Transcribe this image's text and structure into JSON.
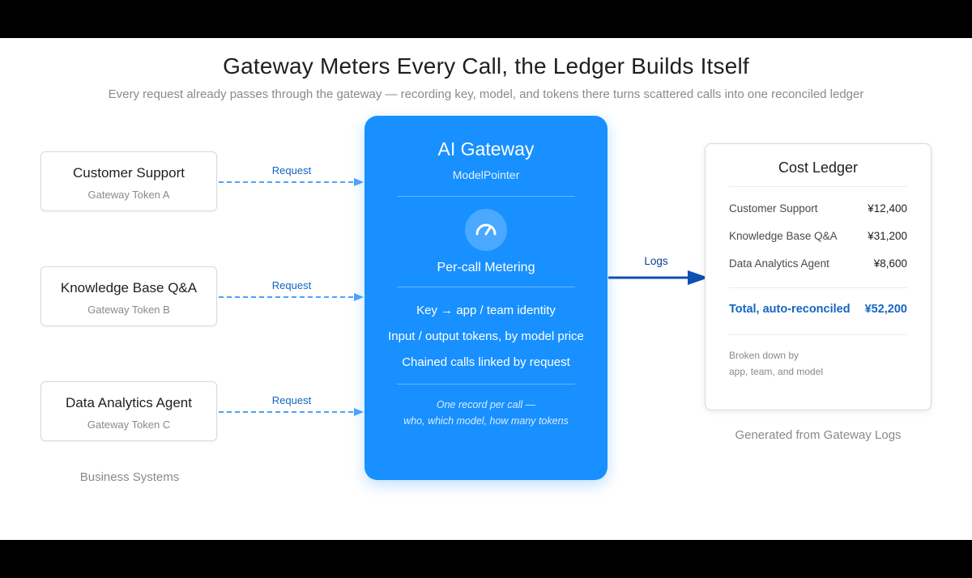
{
  "header": {
    "title": "Gateway Meters Every Call, the Ledger Builds Itself",
    "subtitle": "Every request already passes through the gateway — recording key, model, and tokens there turns scattered calls into one reconciled ledger"
  },
  "sources": [
    {
      "name": "Customer Support",
      "token": "Gateway Token A",
      "arrow_label": "Request"
    },
    {
      "name": "Knowledge Base Q&A",
      "token": "Gateway Token B",
      "arrow_label": "Request"
    },
    {
      "name": "Data Analytics Agent",
      "token": "Gateway Token C",
      "arrow_label": "Request"
    }
  ],
  "sources_caption": "Business Systems",
  "gateway": {
    "title": "AI Gateway",
    "subtitle": "ModelPointer",
    "icon": "speedometer-icon",
    "metering_label": "Per-call Metering",
    "features": [
      "Key → app / team identity",
      "Input / output tokens, by model price",
      "Chained calls linked by request"
    ],
    "note_line1": "One record per call —",
    "note_line2": "who, which model, how many tokens"
  },
  "logs_label": "Logs",
  "ledger": {
    "title": "Cost Ledger",
    "rows": [
      {
        "name": "Customer Support",
        "amount": "¥12,400"
      },
      {
        "name": "Knowledge Base Q&A",
        "amount": "¥31,200"
      },
      {
        "name": "Data Analytics Agent",
        "amount": "¥8,600"
      }
    ],
    "total_label": "Total, auto-reconciled",
    "total_amount": "¥52,200",
    "note_line1": "Broken down by",
    "note_line2": "app, team, and model"
  },
  "ledger_caption": "Generated from Gateway Logs",
  "colors": {
    "gateway_blue": "#1890ff",
    "dashed_arrow": "#4da3ff",
    "logs_arrow": "#0d4fb3",
    "total_text": "#1565c0"
  }
}
